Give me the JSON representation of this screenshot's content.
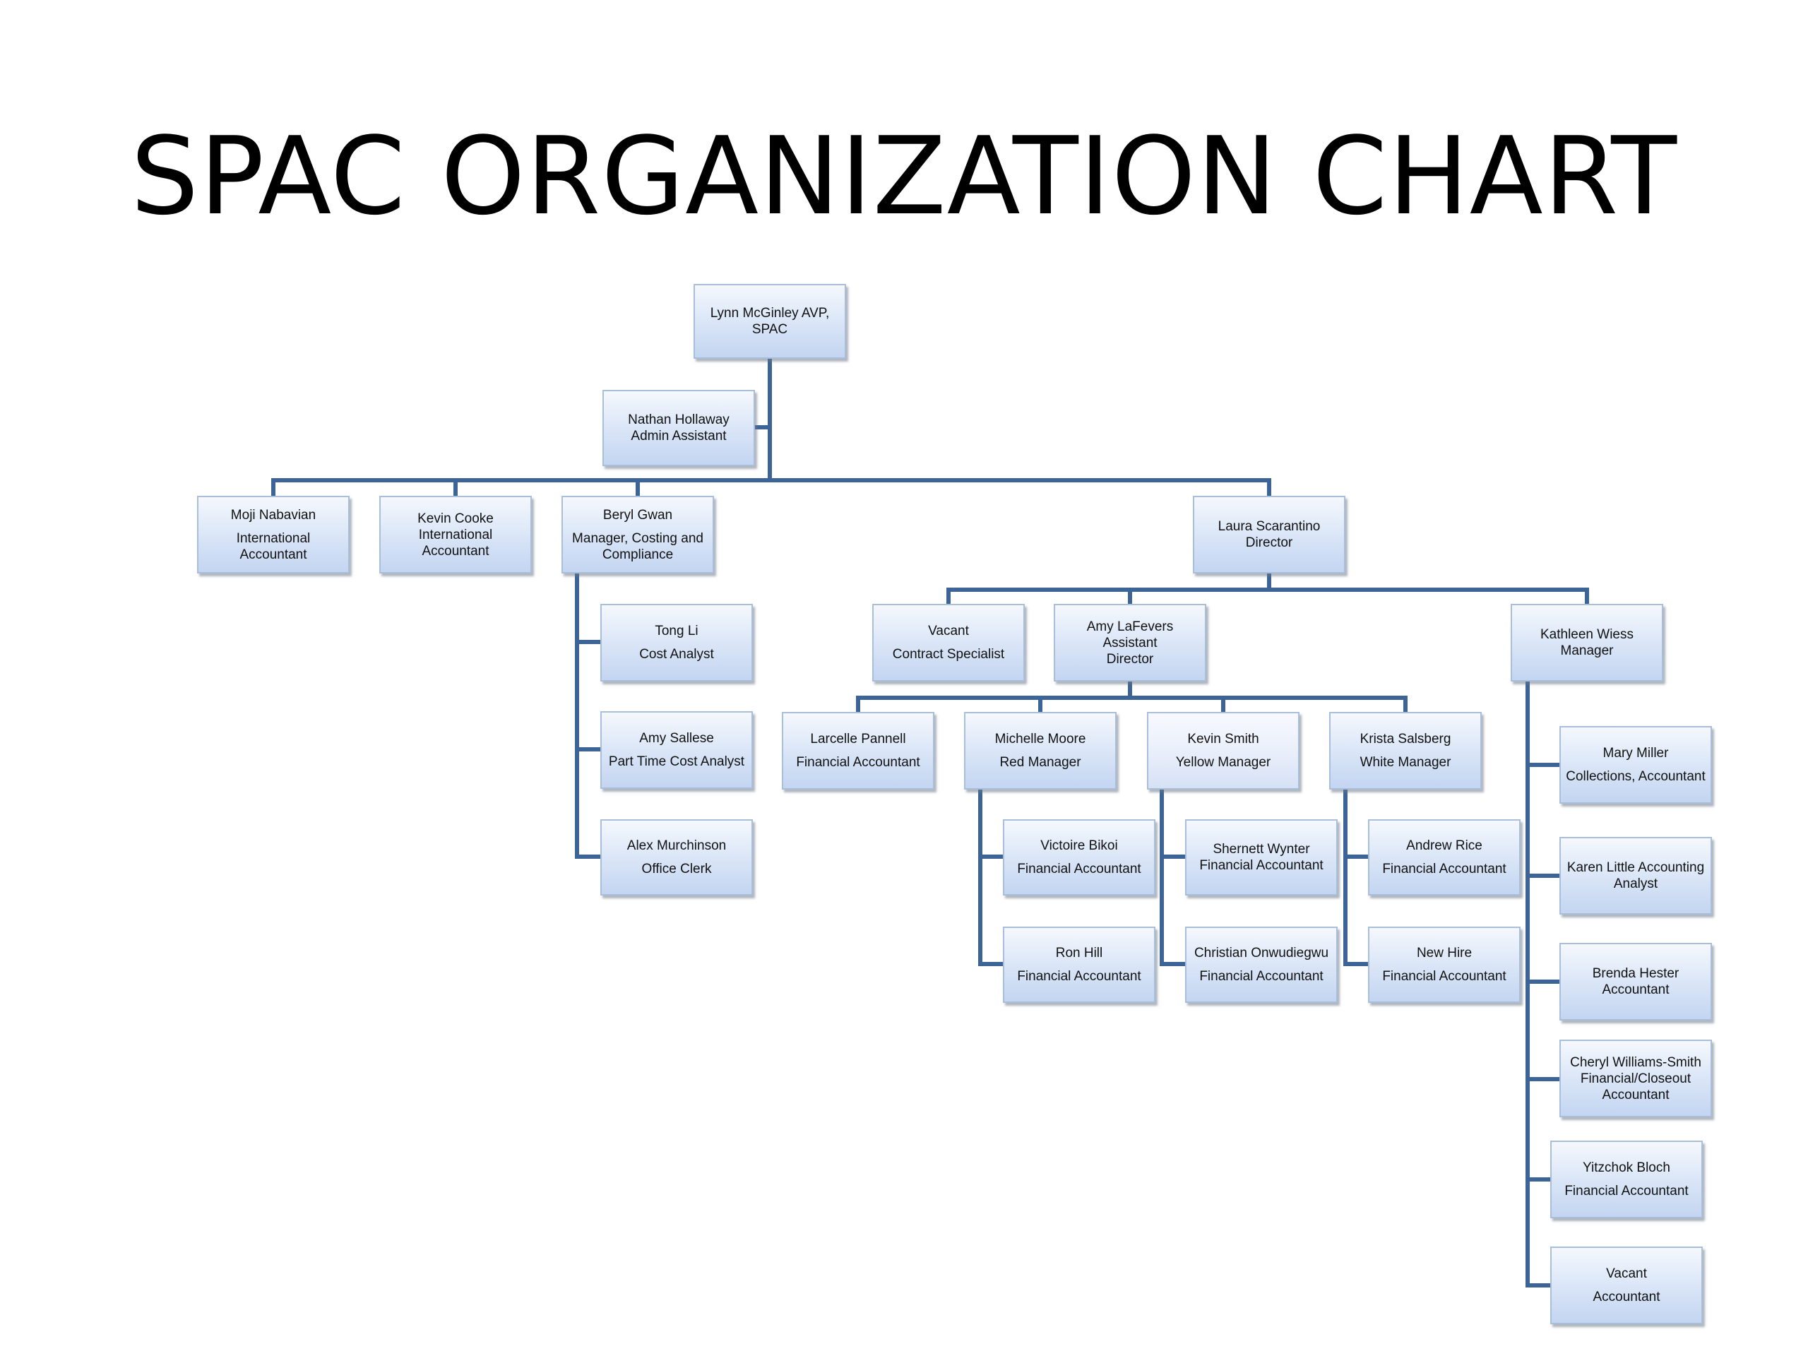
{
  "title": "SPAC ORGANIZATION CHART",
  "nodes": {
    "lynn": {
      "name": "Lynn McGinley AVP,",
      "role": "SPAC"
    },
    "nathan": {
      "name": "Nathan Hollaway",
      "role": "Admin Assistant"
    },
    "moji": {
      "name": "Moji Nabavian",
      "role": "International Accountant"
    },
    "kevinc": {
      "name": "Kevin Cooke",
      "role": "International Accountant"
    },
    "beryl": {
      "name": "Beryl Gwan",
      "role": "Manager, Costing and Compliance"
    },
    "tong": {
      "name": "Tong Li",
      "role": "Cost Analyst"
    },
    "amys": {
      "name": "Amy Sallese",
      "role": "Part Time Cost Analyst"
    },
    "alex": {
      "name": "Alex Murchinson",
      "role": "Office Clerk"
    },
    "laura": {
      "name": "Laura Scarantino",
      "role": "Director"
    },
    "vacant1": {
      "name": "Vacant",
      "role": "Contract Specialist"
    },
    "amyl": {
      "name": "Amy LaFevers Assistant",
      "role": "Director"
    },
    "kathleen": {
      "name": "Kathleen Wiess",
      "role": "Manager"
    },
    "larcelle": {
      "name": "Larcelle Pannell",
      "role": "Financial Accountant"
    },
    "michelle": {
      "name": "Michelle Moore",
      "role": "Red Manager"
    },
    "kevins": {
      "name": "Kevin Smith",
      "role": "Yellow Manager"
    },
    "krista": {
      "name": "Krista Salsberg",
      "role": "White Manager"
    },
    "victoire": {
      "name": "Victoire Bikoi",
      "role": "Financial Accountant"
    },
    "ron": {
      "name": "Ron Hill",
      "role": "Financial Accountant"
    },
    "shernett": {
      "name": "Shernett Wynter",
      "role": "Financial Accountant"
    },
    "christian": {
      "name": "Christian Onwudiegwu",
      "role": "Financial Accountant"
    },
    "andrew": {
      "name": "Andrew Rice",
      "role": "Financial Accountant"
    },
    "newhire": {
      "name": "New Hire",
      "role": "Financial Accountant"
    },
    "mary": {
      "name": "Mary Miller",
      "role": "Collections, Accountant"
    },
    "karen": {
      "name": "Karen Little Accounting",
      "role": "Analyst"
    },
    "brenda": {
      "name": "Brenda Hester",
      "role": "Accountant"
    },
    "cheryl": {
      "name": "Cheryl Williams-Smith",
      "role": "Financial/Closeout Accountant"
    },
    "yitzchok": {
      "name": "Yitzchok Bloch",
      "role": "Financial Accountant"
    },
    "vacant2": {
      "name": "Vacant",
      "role": "Accountant"
    }
  },
  "colors": {
    "connector": "#3c6496",
    "box_border": "#a9bedb",
    "box_fill": "#dde8f8"
  }
}
